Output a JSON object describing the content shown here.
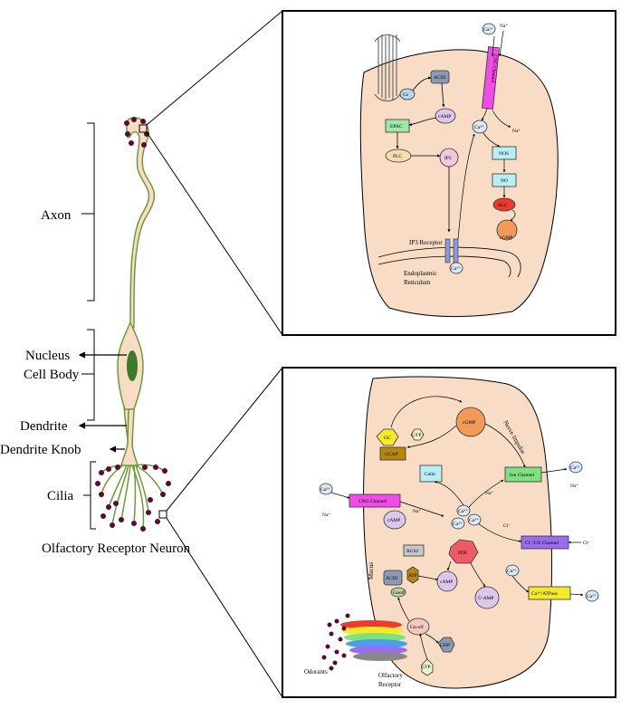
{
  "neuron": {
    "labels": {
      "axon": "Axon",
      "nucleus": "Nucleus",
      "cell_body": "Cell Body",
      "dendrite": "Dendrite",
      "dendrite_knob": "Dendrite Knob",
      "cilia": "Cilia",
      "title": "Olfactory Receptor Neuron"
    }
  },
  "axon_panel": {
    "gs": "Gs",
    "acIII": "ACIII",
    "camp": "cAMP",
    "epac": "EPAC",
    "plc": "PLC",
    "ip3": "IP3",
    "cng_channel": "CNG Channel",
    "ca_top": "Ca²⁺",
    "na_top": "Na⁺",
    "ca_in": "Ca²⁺",
    "na_out": "Na⁺",
    "nos": "NOS",
    "no": "NO",
    "sgc": "SGC",
    "cgmp": "cGMP",
    "ip3_receptor": "IP3 Receptor",
    "er_line1": "Endoplasmic",
    "er_line2": "Reticulum",
    "ca_er": "Ca²⁺"
  },
  "cilia_panel": {
    "gc": "GC",
    "gcap": "GCAP",
    "gtp_top": "GTP",
    "cgmp": "cGMP",
    "nerve_impulse": "Nerve Impulse",
    "calm": "Calm",
    "ion_channel": "Ion Channel",
    "ca_ion_out": "Ca²⁺",
    "na_ion_out": "Na⁺",
    "na_ion_in": "Na⁺",
    "ca_cng_out": "Ca²⁺",
    "na_cng_out": "Na⁺",
    "cng_channel": "CNG Channel",
    "na_cng_in": "Na⁺",
    "camp_a": "cAMP",
    "ca_a": "Ca²⁺",
    "ca_b": "Ca²⁺",
    "ca_c": "Ca²⁺",
    "cl": "Cl⁻",
    "cl_channel": "Cl⁻/CN Channel",
    "cl_out": "Cl⁻",
    "mucus": "Mucus",
    "rgs2": "RGS2",
    "pde": "PDE",
    "acIII": "ACIII",
    "atp": "ATP",
    "camp_b": "cAMP",
    "amp": "5'-AMP",
    "ca_d": "Ca²⁺",
    "ca_atpase": "Ca²⁺/ATPase",
    "ca_atpase_out": "Ca²⁺",
    "golf_small": "Gαolf",
    "golf": "Gα-olf",
    "gdp": "GDP",
    "gtp_bottom": "GTP",
    "odorants": "Odorants",
    "or_line1": "Olfactory",
    "or_line2": "Receptor"
  },
  "colors": {
    "cell_fill": "#f8dcc6",
    "neuron_outline": "#6d9a3c",
    "nucleus": "#3d7a2a",
    "cilia_dots": "#5c0a2e",
    "cng_magenta": "#ef4de6",
    "ion_green": "#7ee07e",
    "cl_purple": "#9a6cf0",
    "atpase_yellow": "#f4ea2a"
  }
}
